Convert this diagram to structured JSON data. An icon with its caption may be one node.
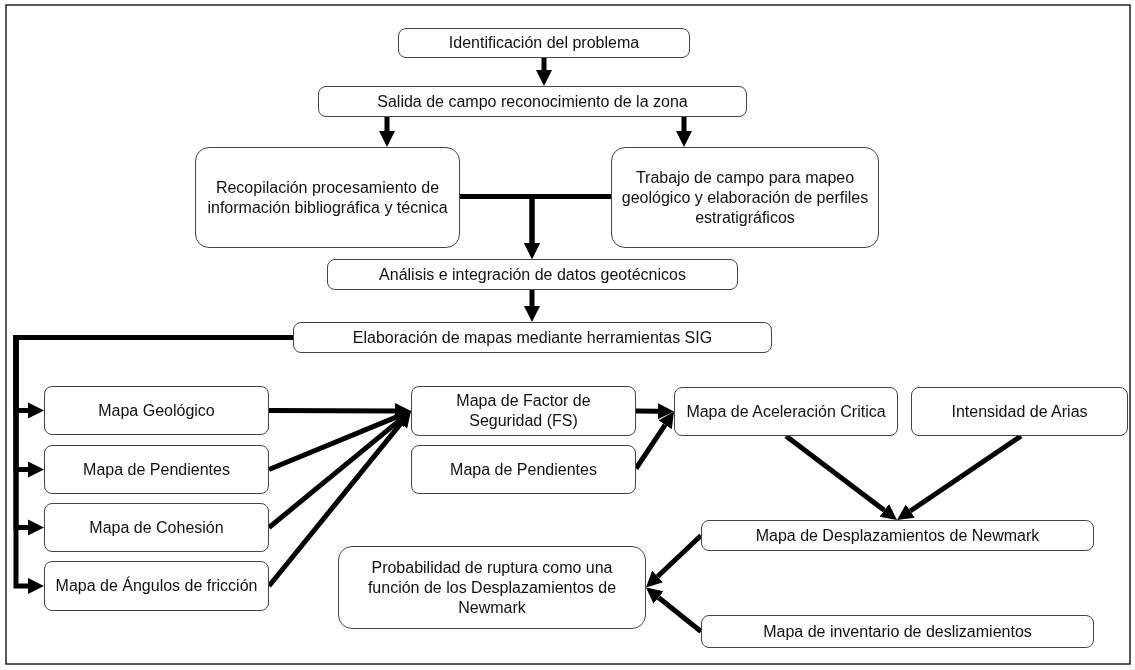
{
  "diagram": {
    "nodes": [
      {
        "text": [
          "Identificación del problema"
        ]
      },
      {
        "text": [
          "Salida de campo reconocimiento de la zona"
        ]
      },
      {
        "text": [
          "Recopilación procesamiento de información bibliográfica y técnica"
        ]
      },
      {
        "text": [
          "Trabajo de campo para mapeo geológico y elaboración de perfiles estratigráficos"
        ]
      },
      {
        "text": [
          "Análisis e integración de datos geotécnicos"
        ]
      },
      {
        "text": [
          "Elaboración de mapas mediante herramientas SIG"
        ]
      },
      {
        "text": [
          "Mapa Geológico"
        ]
      },
      {
        "text": [
          "Mapa de Pendientes"
        ]
      },
      {
        "text": [
          "Mapa de Cohesión"
        ]
      },
      {
        "text": [
          "Mapa de Ángulos de fricción"
        ]
      },
      {
        "text": [
          "Mapa de Factor de Seguridad (FS)"
        ]
      },
      {
        "text": [
          "Mapa de Pendientes"
        ]
      },
      {
        "text": [
          "Mapa de Aceleración Critica"
        ]
      },
      {
        "text": [
          "Intensidad de Arias"
        ]
      },
      {
        "text": [
          "Mapa de Desplazamientos de Newmark"
        ]
      },
      {
        "text": [
          "Probabilidad de ruptura como una función de los Desplazamientos de Newmark"
        ]
      },
      {
        "text": [
          "Mapa de inventario de deslizamientos"
        ]
      }
    ],
    "edges": [
      {
        "from": 0,
        "to": 1,
        "arrow": "to"
      },
      {
        "from": 1,
        "to": 2,
        "arrow": "to"
      },
      {
        "from": 1,
        "to": 3,
        "arrow": "to"
      },
      {
        "from": 2,
        "to": 4,
        "arrow": "to"
      },
      {
        "from": 3,
        "to": 4,
        "arrow": "to"
      },
      {
        "from": 4,
        "to": 5,
        "arrow": "to"
      },
      {
        "from": 5,
        "to": 6,
        "arrow": "to"
      },
      {
        "from": 5,
        "to": 7,
        "arrow": "to"
      },
      {
        "from": 5,
        "to": 8,
        "arrow": "to"
      },
      {
        "from": 5,
        "to": 9,
        "arrow": "to"
      },
      {
        "from": 6,
        "to": 10,
        "arrow": "to"
      },
      {
        "from": 7,
        "to": 10,
        "arrow": "to"
      },
      {
        "from": 8,
        "to": 10,
        "arrow": "to"
      },
      {
        "from": 9,
        "to": 10,
        "arrow": "to"
      },
      {
        "from": 10,
        "to": 12,
        "arrow": "to"
      },
      {
        "from": 11,
        "to": 12,
        "arrow": "to"
      },
      {
        "from": 12,
        "to": 14,
        "arrow": "to"
      },
      {
        "from": 13,
        "to": 14,
        "arrow": "to"
      },
      {
        "from": 14,
        "to": 15,
        "arrow": "to"
      },
      {
        "from": 16,
        "to": 15,
        "arrow": "to"
      }
    ]
  }
}
